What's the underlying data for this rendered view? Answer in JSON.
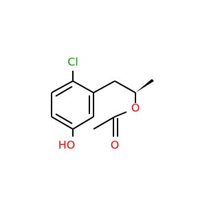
{
  "molecule": {
    "atoms": {
      "cl": "Cl",
      "ring_o": "O",
      "carbonyl_o": "O",
      "hydroxyl": "HO"
    },
    "colors": {
      "bond": "#000000",
      "chlorine": "#00aa00",
      "oxygen": "#ff0000"
    }
  }
}
